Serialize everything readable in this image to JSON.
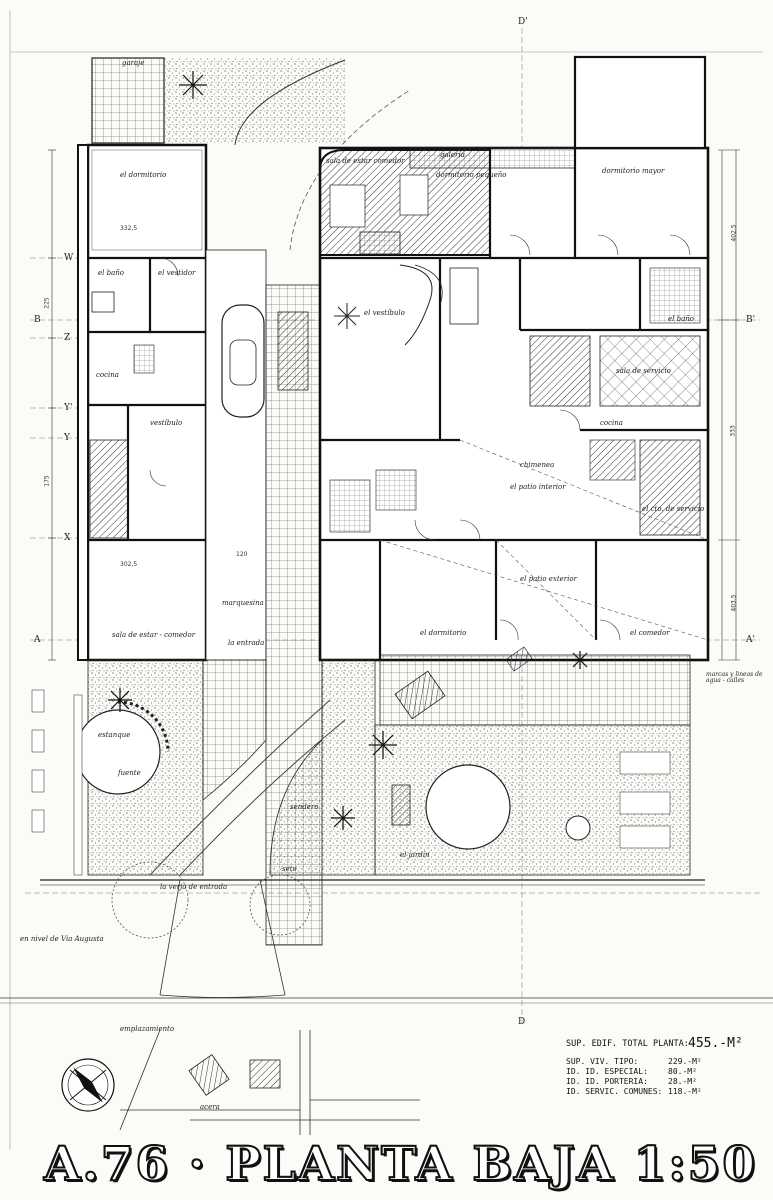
{
  "sheet": {
    "title": "A.76 · PLANTA BAJA 1:50"
  },
  "areas": {
    "total_label": "SUP. EDIF. TOTAL PLANTA:",
    "total_value": "455.-M²",
    "rows": [
      {
        "label": "SUP. VIV. TIPO:",
        "value": "229.-M²"
      },
      {
        "label": "ID. ID. ESPECIAL:",
        "value": "80.-M²"
      },
      {
        "label": "ID. ID. PORTERIA:",
        "value": "28.-M²"
      },
      {
        "label": "ID. SERVIC. COMUNES:",
        "value": "118.-M²"
      }
    ]
  },
  "axes": {
    "top_d": "D'",
    "bottom_d": "D",
    "left_b": "B",
    "right_b": "B'",
    "left_a": "A",
    "right_a": "A'",
    "w": "W",
    "z": "Z",
    "y1": "Y'",
    "y2": "Y",
    "x": "X"
  },
  "rooms": {
    "garage": "garaje",
    "dormitorio_left": "el dormitorio",
    "bano_left": "el baño",
    "vestidor": "el vestidor",
    "vestibulo_left": "vestíbulo",
    "sala_comedor": "sala de estar - comedor",
    "cocina_left": "cocina",
    "estanque": "estanque",
    "fuente": "fuente",
    "entrada": "la entrada",
    "marquesina": "marquesina",
    "vestibulo_main": "el vestíbulo",
    "dormitorio_mayor": "dormitorio mayor",
    "dormitorio_pequeno": "dormitorio pequeño",
    "sala_comer": "sala de estar comedor",
    "galeria": "galería",
    "bano_right": "el baño",
    "sala_servicio": "sala de servicio",
    "chimenea": "chimenea",
    "patio_interior": "el patio interior",
    "patio_exterior": "el patio exterior",
    "dormitorio_right": "el dormitorio",
    "comedor": "el comedor",
    "cocina_right": "cocina",
    "cuarto_servicio": "el cto. de servicio",
    "jardin": "el jardín",
    "sendero": "sendero",
    "seto": "seto",
    "verja": "la verja de entrada",
    "acera": "acera",
    "emplazamiento": "emplazamiento",
    "via_augusta": "en nivel de Via Augusta",
    "nota_right": "marcas y lineas de agua - calles"
  },
  "dimensions": {
    "d_402": "402,5",
    "d_333": "333",
    "d_403": "403,5",
    "d_225": "225",
    "d_120": "120",
    "d_3325": "332,5",
    "d_3025": "302,5",
    "d_175": "175"
  }
}
